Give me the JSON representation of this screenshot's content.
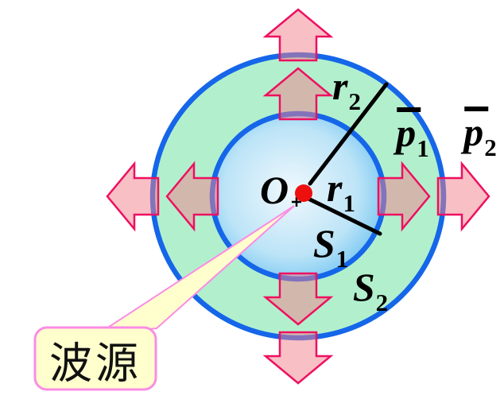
{
  "figure": {
    "title": "spherical-wave-from-point-source",
    "description": "Point wave source O radiates spherical waves outward through inner spherical surface S1 of radius r1 and outer spherical surface S2 of radius r2, with mean sound pressures p1 and p2; eight arrows show outward propagation.",
    "labels": {
      "origin": "O",
      "r1": {
        "base": "r",
        "sub": "1"
      },
      "r2": {
        "base": "r",
        "sub": "2"
      },
      "s1": {
        "base": "S",
        "sub": "1"
      },
      "s2": {
        "base": "S",
        "sub": "2"
      },
      "p1": {
        "base": "p",
        "sub": "1",
        "overline": true
      },
      "p2": {
        "base": "p",
        "sub": "2",
        "overline": true
      },
      "source_callout": "波源"
    },
    "colors": {
      "background": "#FFFFFF",
      "outer_ring_fill": "#B2F0CD",
      "circle_stroke": "#1566E9",
      "inner_center": "#F0F8FD",
      "inner_mid": "#BCE4F7",
      "inner_edge": "#2FA7ED",
      "arrow_fill": "#F2808C",
      "arrow_stroke": "#EE1060",
      "radius_line": "#000000",
      "source_dot": "#EE0F0F",
      "callout_fill": "#FFFFCE",
      "callout_stroke": "#FB8CE4",
      "label_color": "#000000"
    }
  }
}
